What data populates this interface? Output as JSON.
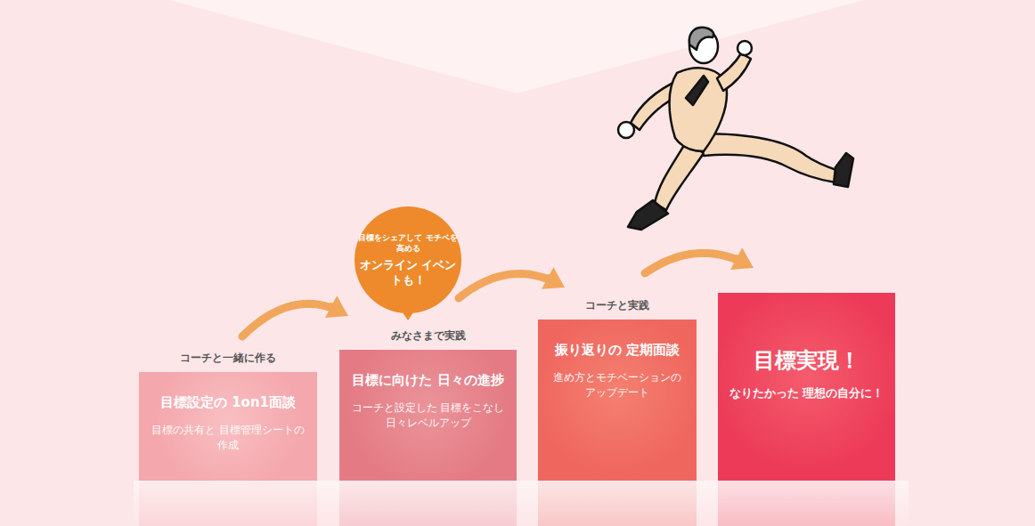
{
  "diagram": {
    "nodes": [
      {
        "text": [
          "コーチと一緒に作る",
          "目標設定の 1on1面談",
          "目標の共有と 目標管理シートの作成"
        ]
      },
      {
        "text": [
          "目標をシェアして モチベを高める",
          "オンライン イベントも！"
        ]
      },
      {
        "text": [
          "みなさまで実践",
          "目標に向けた 日々の進捗",
          "コーチと設定した 目標をこなし 日々レベルアップ"
        ]
      },
      {
        "text": [
          "コーチと実践",
          "振り返りの 定期面談",
          "進め方とモチベーションの アップデート"
        ]
      },
      {
        "text": [
          "目標実現！",
          "なりたかった 理想の自分に！"
        ]
      }
    ],
    "edges": [
      {
        "from": 0,
        "to": 2,
        "arrow": "to"
      },
      {
        "from": 2,
        "to": 3,
        "arrow": "to"
      },
      {
        "from": 3,
        "to": 4,
        "arrow": "to"
      }
    ]
  }
}
